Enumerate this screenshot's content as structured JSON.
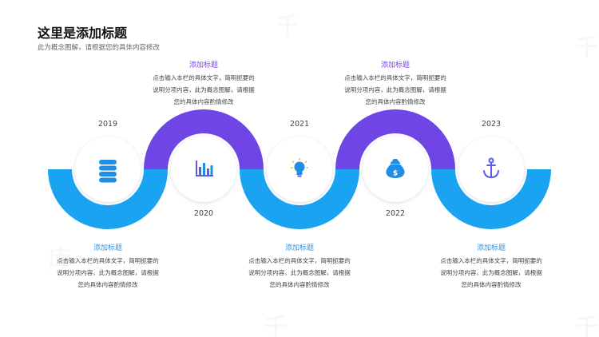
{
  "slide": {
    "title": "这里是添加标题",
    "subtitle": "此为概念图解，请根据您的具体内容修改"
  },
  "colors": {
    "purple": "#6f45e6",
    "blue": "#1aa3f0",
    "circle_fill": "#ffffff"
  },
  "timeline": [
    {
      "year": "2019",
      "icon": "database-icon",
      "position": "bottom",
      "heading": "添加标题",
      "body": "点击输入本栏的具体文字，简明扼要的说明分项内容，此为概念图解，请根据您的具体内容酌情修改"
    },
    {
      "year": "2020",
      "icon": "bar-chart-icon",
      "position": "top",
      "heading": "添加标题",
      "body": "点击输入本栏的具体文字，简明扼要的说明分项内容，此为概念图解，请根据您的具体内容酌情修改"
    },
    {
      "year": "2021",
      "icon": "lightbulb-icon",
      "position": "bottom",
      "heading": "添加标题",
      "body": "点击输入本栏的具体文字，简明扼要的说明分项内容，此为概念图解，请根据您的具体内容酌情修改"
    },
    {
      "year": "2022",
      "icon": "money-bag-icon",
      "position": "top",
      "heading": "添加标题",
      "body": "点击输入本栏的具体文字，简明扼要的说明分项内容，此为概念图解，请根据您的具体内容酌情修改"
    },
    {
      "year": "2023",
      "icon": "anchor-icon",
      "position": "bottom",
      "heading": "添加标题",
      "body": "点击输入本栏的具体文字，简明扼要的说明分项内容，此为概念图解，请根据您的具体内容酌情修改"
    }
  ]
}
